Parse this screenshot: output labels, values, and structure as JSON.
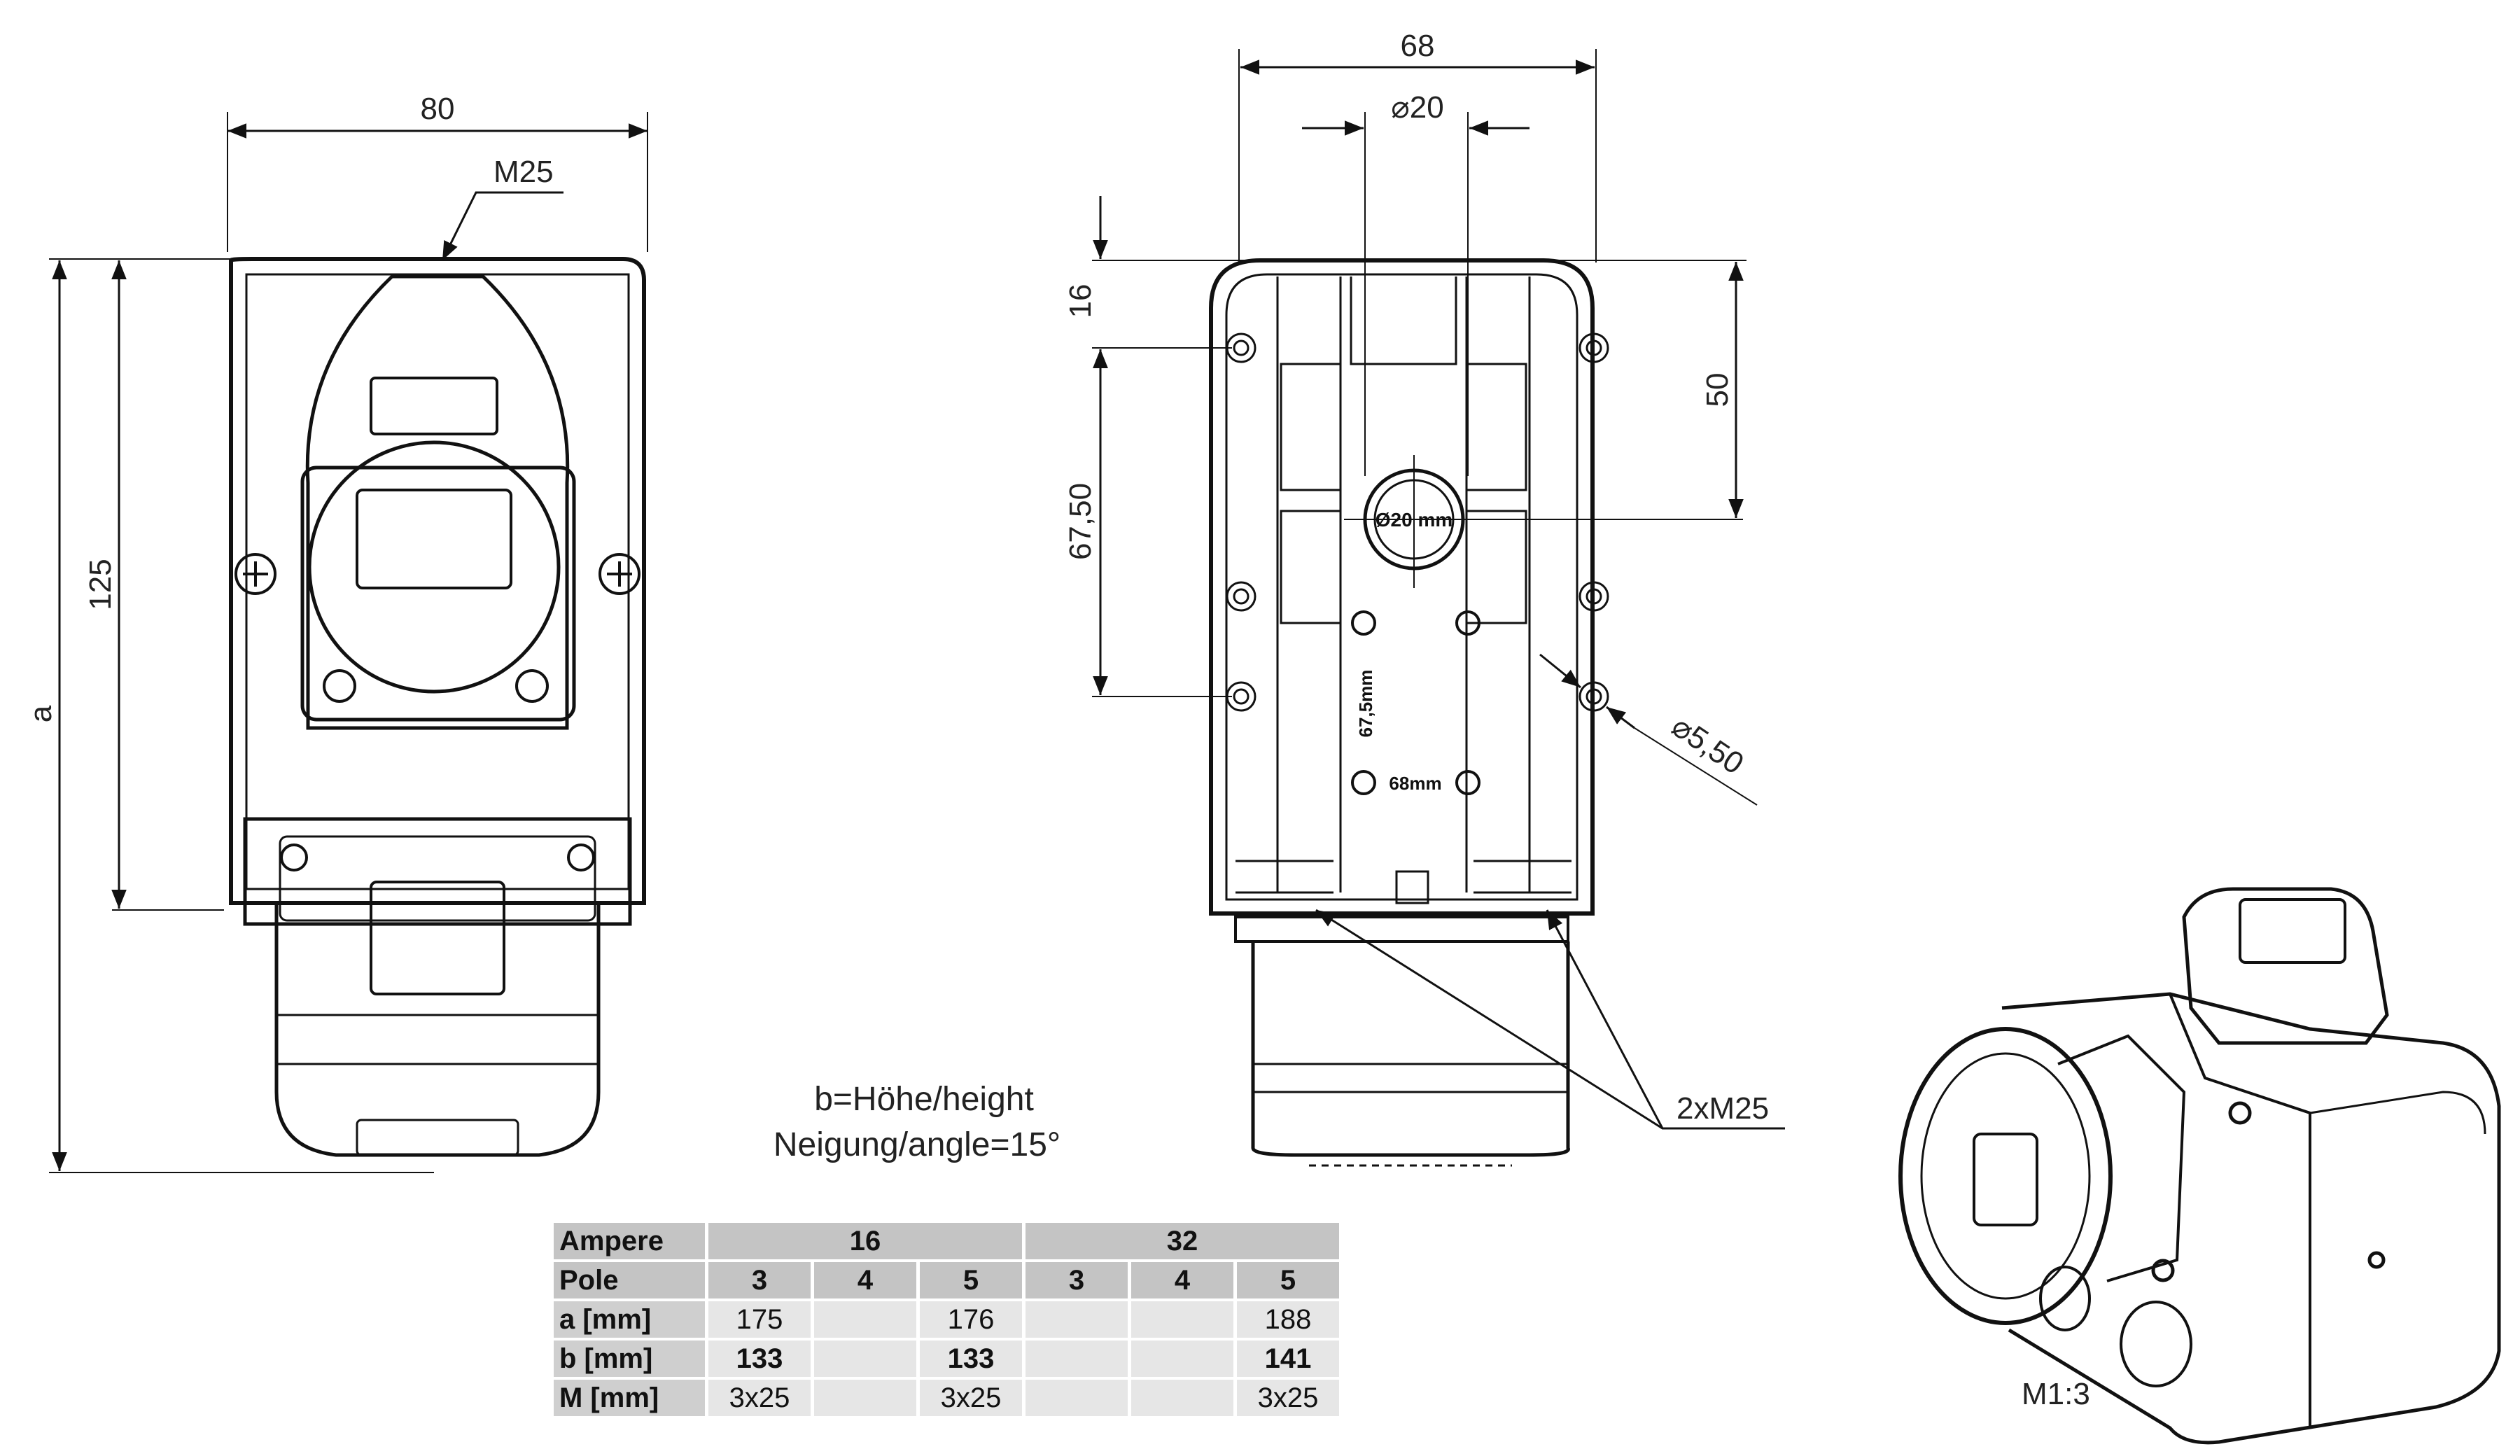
{
  "front_view": {
    "width_dim": "80",
    "thread_label": "M25",
    "height_dim": "125",
    "total_height_label": "a"
  },
  "back_view": {
    "width_dim": "68",
    "hole_dim": "⌀20",
    "top_offset_dim": "16",
    "vertical_hole_spacing_dim": "67,50",
    "center_offset_dim": "50",
    "mount_hole_dim": "⌀5,50",
    "thread_label": "2xM25",
    "embossed_center": "Ø20 mm",
    "embossed_vertical": "67,5mm",
    "embossed_horizontal": "68mm"
  },
  "notes": {
    "height_note": "b=Höhe/height",
    "angle_note": "Neigung/angle=15°"
  },
  "table": {
    "rows": [
      {
        "head": "Ampere",
        "cells": [
          "16",
          "32"
        ],
        "spans": [
          3,
          3
        ],
        "style": "hdr"
      },
      {
        "head": "Pole",
        "cells": [
          "3",
          "4",
          "5",
          "3",
          "4",
          "5"
        ],
        "style": "hdr"
      },
      {
        "head": "a [mm]",
        "cells": [
          "175",
          "",
          "176",
          "",
          "",
          "188"
        ],
        "style": ""
      },
      {
        "head": "b [mm]",
        "cells": [
          "133",
          "",
          "133",
          "",
          "",
          "141"
        ],
        "style": "bold"
      },
      {
        "head": "M [mm]",
        "cells": [
          "3x25",
          "",
          "3x25",
          "",
          "",
          "3x25"
        ],
        "style": ""
      }
    ]
  },
  "scale_label": "M1:3"
}
